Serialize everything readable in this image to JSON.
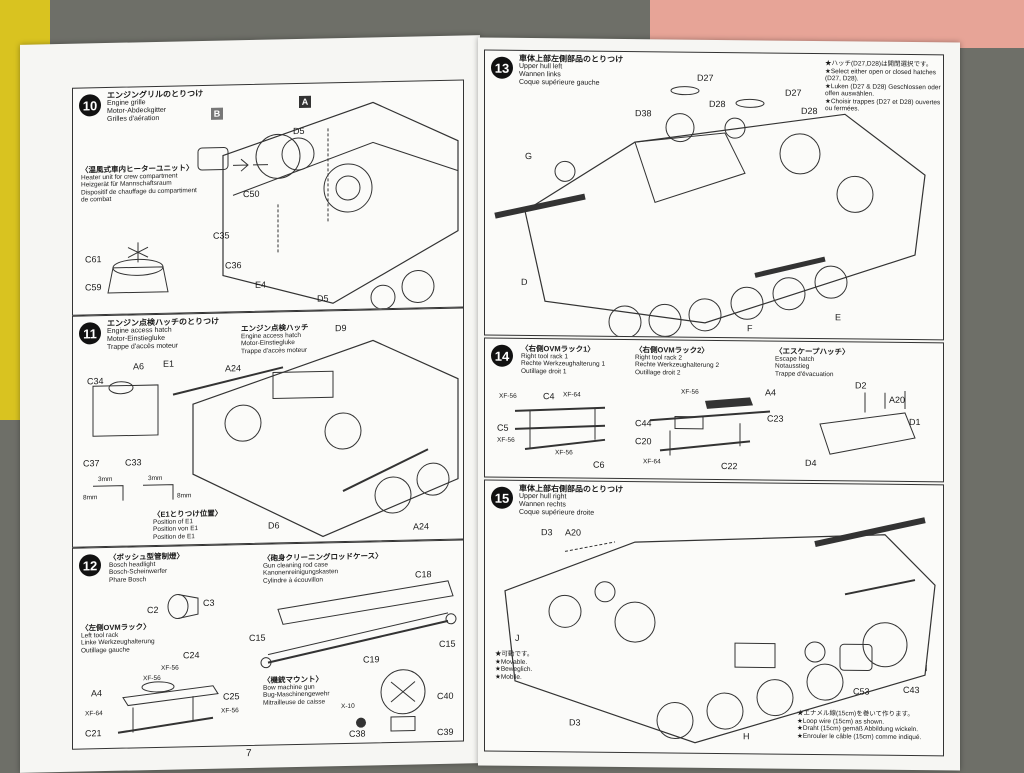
{
  "page_number": "7",
  "step10": {
    "num": "10",
    "title_jp": "エンジングリルのとりつけ",
    "title_lines": [
      "Engine grille",
      "Motor-Abdeckgitter",
      "Grilles d'aération"
    ],
    "sub_jp": "〈温風式車内ヒーターユニット〉",
    "sub_lines": [
      "Heater unit for crew compartment",
      "Heizgerät für Mannschaftsraum",
      "Dispositif de chauffage du compartiment",
      "de combat"
    ],
    "box_b": "B",
    "box_a": "A",
    "labels": [
      "D5",
      "C50",
      "C35",
      "C36",
      "E4",
      "D5",
      "C61",
      "C59"
    ]
  },
  "step11": {
    "num": "11",
    "title_jp": "エンジン点検ハッチのとりつけ",
    "title_lines": [
      "Engine access hatch",
      "Motor-Einstiegluke",
      "Trappe d'accès moteur"
    ],
    "sub_jp": "エンジン点検ハッチ",
    "sub_lines": [
      "Engine access hatch",
      "Motor-Einstiegluke",
      "Trappe d'accès moteur"
    ],
    "e1_jp": "〈E1とりつけ位置〉",
    "e1_lines": [
      "Position of E1",
      "Position von E1",
      "Position de E1"
    ],
    "labels": [
      "C34",
      "A6",
      "E1",
      "C37",
      "C33",
      "A24",
      "D9",
      "D6",
      "A24"
    ],
    "dims": [
      "3mm",
      "3mm",
      "8mm",
      "8mm"
    ]
  },
  "step12": {
    "num": "12",
    "d_jp": "〈ボッシュ型管制燈〉",
    "d_lines": [
      "Bosch headlight",
      "Bosch-Scheinwerfer",
      "Phare Bosch"
    ],
    "f_jp": "〈左側OVMラック〉",
    "f_lines": [
      "Left tool rack",
      "Linke Werkzeughalterung",
      "Outillage gauche"
    ],
    "e_jp": "〈砲身クリーニングロッドケース〉",
    "e_lines": [
      "Gun cleaning rod case",
      "Kanonenreinigungskasten",
      "Cylindre à écouvillon"
    ],
    "g_jp": "〈機銃マウント〉",
    "g_lines": [
      "Bow machine gun",
      "Bug-Maschinengewehr",
      "Mitrailleuse de caisse"
    ],
    "labels": [
      "C2",
      "C3",
      "C24",
      "XF-56",
      "A4",
      "XF-56",
      "C25",
      "XF-64",
      "XF-56",
      "C21",
      "C18",
      "C15",
      "C15",
      "C19",
      "X-10",
      "C40",
      "C38",
      "C39"
    ]
  },
  "step13": {
    "num": "13",
    "title_jp": "車体上部左側部品のとりつけ",
    "title_lines": [
      "Upper hull left",
      "Wannen links",
      "Coque supérieure gauche"
    ],
    "note_lines": [
      "★ハッチ(D27,D28)は開閉選択です。",
      "★Select either open or closed hatches",
      "(D27, D28).",
      "★Luken (D27 & D28) Geschlossen oder",
      "offen auswählen.",
      "★Choisir trappes (D27 et D28) ouvertes",
      "ou fermées."
    ],
    "labels": [
      "D27",
      "D38",
      "D28",
      "D27",
      "D28",
      "G",
      "D",
      "E",
      "F"
    ]
  },
  "step14": {
    "num": "14",
    "h_jp": "〈右側OVMラック1〉",
    "h_lines": [
      "Right tool rack 1",
      "Rechte Werkzeughalterung 1",
      "Outillage droit 1"
    ],
    "i_jp": "〈右側OVMラック2〉",
    "i_lines": [
      "Right tool rack 2",
      "Rechte Werkzeughalterung 2",
      "Outillage droit 2"
    ],
    "j_jp": "〈エスケープハッチ〉",
    "j_lines": [
      "Escape hatch",
      "Notausstieg",
      "Trappe d'évacuation"
    ],
    "labels": [
      "XF-56",
      "C4",
      "XF-64",
      "C5",
      "XF-56",
      "XF-56",
      "C6",
      "XF-56",
      "A4",
      "C23",
      "C44",
      "C20",
      "XF-64",
      "C22",
      "D2",
      "A20",
      "D1",
      "D4"
    ]
  },
  "step15": {
    "num": "15",
    "title_jp": "車体上部右側部品のとりつけ",
    "title_lines": [
      "Upper hull right",
      "Wannen rechts",
      "Coque supérieure droite"
    ],
    "movable_lines": [
      "★可動です。",
      "★Movable.",
      "★Beweglich.",
      "★Mobile."
    ],
    "wire_lines": [
      "★エナメル線(15cm)を巻いて作ります。",
      "★Loop wire (15cm) as shown.",
      "★Draht (15cm) gemäß Abbildung wickeln.",
      "★Enrouler le câble (15cm) comme indiqué."
    ],
    "labels": [
      "D3",
      "A20",
      "J",
      "I",
      "C53",
      "C43",
      "H",
      "D3"
    ]
  }
}
